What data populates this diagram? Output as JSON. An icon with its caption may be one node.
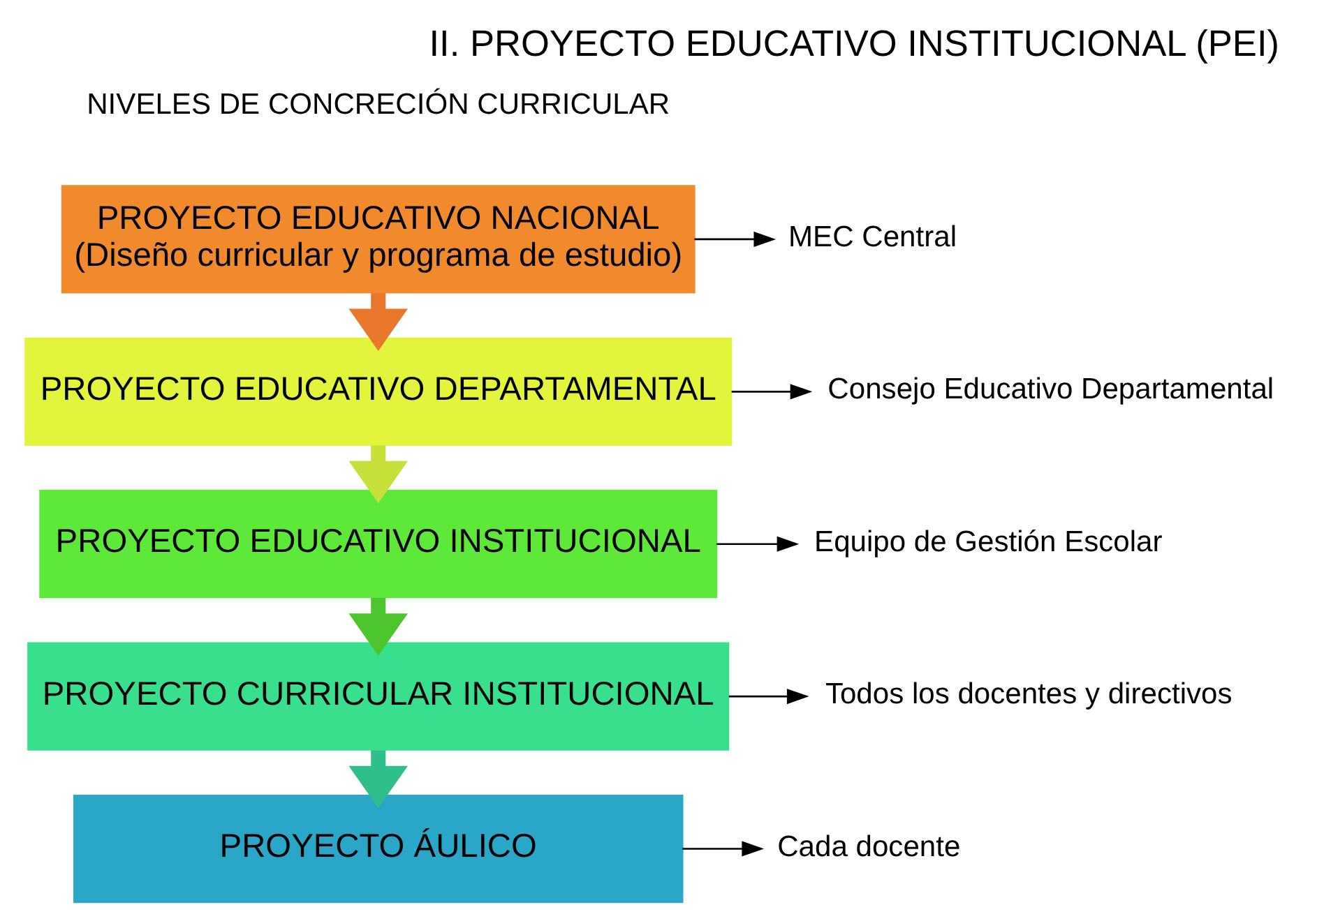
{
  "diagram": {
    "title": "II. PROYECTO EDUCATIVO INSTITUCIONAL (PEI)",
    "nodes": [
      {
        "text": [
          "PROYECTO EDUCATIVO NACIONAL",
          "(Diseño curricular y programa de estudio)"
        ]
      },
      {
        "text": [
          "PROYECTO EDUCATIVO DEPARTAMENTAL"
        ]
      },
      {
        "text": [
          "PROYECTO EDUCATIVO INSTITUCIONAL"
        ]
      },
      {
        "text": [
          "PROYECTO CURRICULAR INSTITUCIONAL"
        ]
      },
      {
        "text": [
          "PROYECTO ÁULICO"
        ]
      },
      {
        "text": [
          "MEC Central"
        ]
      },
      {
        "text": [
          "Consejo Educativo Departamental"
        ]
      },
      {
        "text": [
          "Equipo de Gestión Escolar"
        ]
      },
      {
        "text": [
          "Todos los docentes y directivos"
        ]
      },
      {
        "text": [
          "Cada docente"
        ]
      }
    ],
    "edges": [
      {
        "from": 0,
        "to": 1,
        "arrow": "to",
        "style": "thick",
        "color": "#e8762b"
      },
      {
        "from": 1,
        "to": 2,
        "arrow": "to",
        "style": "thick",
        "color": "#c8e03a"
      },
      {
        "from": 2,
        "to": 3,
        "arrow": "to",
        "style": "thick",
        "color": "#4cc42c"
      },
      {
        "from": 3,
        "to": 4,
        "arrow": "to",
        "style": "thick",
        "color": "#2fbf8a"
      },
      {
        "from": 0,
        "to": 5,
        "arrow": "to"
      },
      {
        "from": 1,
        "to": 6,
        "arrow": "to"
      },
      {
        "from": 2,
        "to": 7,
        "arrow": "to"
      },
      {
        "from": 3,
        "to": 8,
        "arrow": "to"
      },
      {
        "from": 4,
        "to": 9,
        "arrow": "to"
      }
    ],
    "labels": [
      "NIVELES DE CONCRECIÓN CURRICULAR"
    ]
  }
}
